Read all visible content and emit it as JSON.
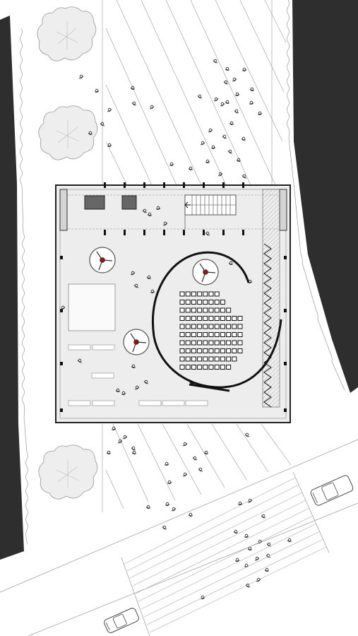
{
  "drawing": {
    "type": "architectural-site-plan",
    "colors": {
      "background": "#ffffff",
      "building_mass": "#2e2e2e",
      "line": "#111111",
      "thin_line": "#777777",
      "floor_fill": "#ededed",
      "tree_fill": "#eeeeee",
      "fan_center": "#8b1a1a",
      "equipment": "#666666"
    },
    "layers": [
      "neighbouring-buildings",
      "parking-stripes",
      "trees",
      "pavilion-floor",
      "stairs",
      "ceiling-fans",
      "seating",
      "curved-partition",
      "people",
      "street",
      "crosswalk",
      "cars"
    ],
    "seating": {
      "rows": 10,
      "seats_per_row": [
        7,
        8,
        9,
        11,
        11,
        11,
        11,
        11,
        10,
        9
      ]
    },
    "ceiling_fans": 3,
    "trees": 3,
    "cars": 2
  }
}
